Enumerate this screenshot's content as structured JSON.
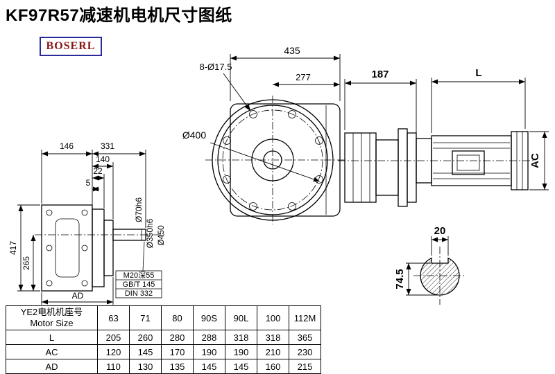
{
  "title": "KF97R57减速机电机尺寸图纸",
  "logo": {
    "text": "BOSERL"
  },
  "front_view": {
    "dim_total_width": "435",
    "dim_bolt_holes": "8-Ø17.5",
    "dim_offset": "277",
    "dim_flange_diameter": "Ø400"
  },
  "side_view": {
    "dim_gearbox_length": "187",
    "dim_motor_length": "L",
    "dim_motor_height": "AC"
  },
  "left_view": {
    "dim_body_width": "146",
    "dim_total_length": "331",
    "dim_flange_length": "140",
    "dim_step": "22",
    "dim_gap": "5",
    "dim_total_height": "417",
    "dim_center_height": "265",
    "dim_ad": "AD",
    "dim_shaft_diameter": "Ø70h6",
    "dim_spigot_diameter": "Ø350h6",
    "dim_flange_outer": "Ø450",
    "note_tap": "M20深55",
    "note_gb": "GB/T 145",
    "note_din": "DIN 332"
  },
  "section_view": {
    "dim_key_width": "20",
    "dim_key_depth": "74.5"
  },
  "table": {
    "header": {
      "line1": "YE2电机机座号",
      "line2": "Motor Size"
    },
    "sizes": [
      "63",
      "71",
      "80",
      "90S",
      "90L",
      "100",
      "112M"
    ],
    "rows": [
      {
        "label": "L",
        "values": [
          "205",
          "260",
          "280",
          "288",
          "318",
          "318",
          "365"
        ]
      },
      {
        "label": "AC",
        "values": [
          "120",
          "145",
          "170",
          "190",
          "190",
          "210",
          "230"
        ]
      },
      {
        "label": "AD",
        "values": [
          "110",
          "130",
          "135",
          "145",
          "145",
          "160",
          "215"
        ]
      }
    ]
  },
  "colors": {
    "line": "#000000",
    "logo_text": "#8a1515",
    "logo_border": "#2a2a9a",
    "background": "#ffffff"
  }
}
